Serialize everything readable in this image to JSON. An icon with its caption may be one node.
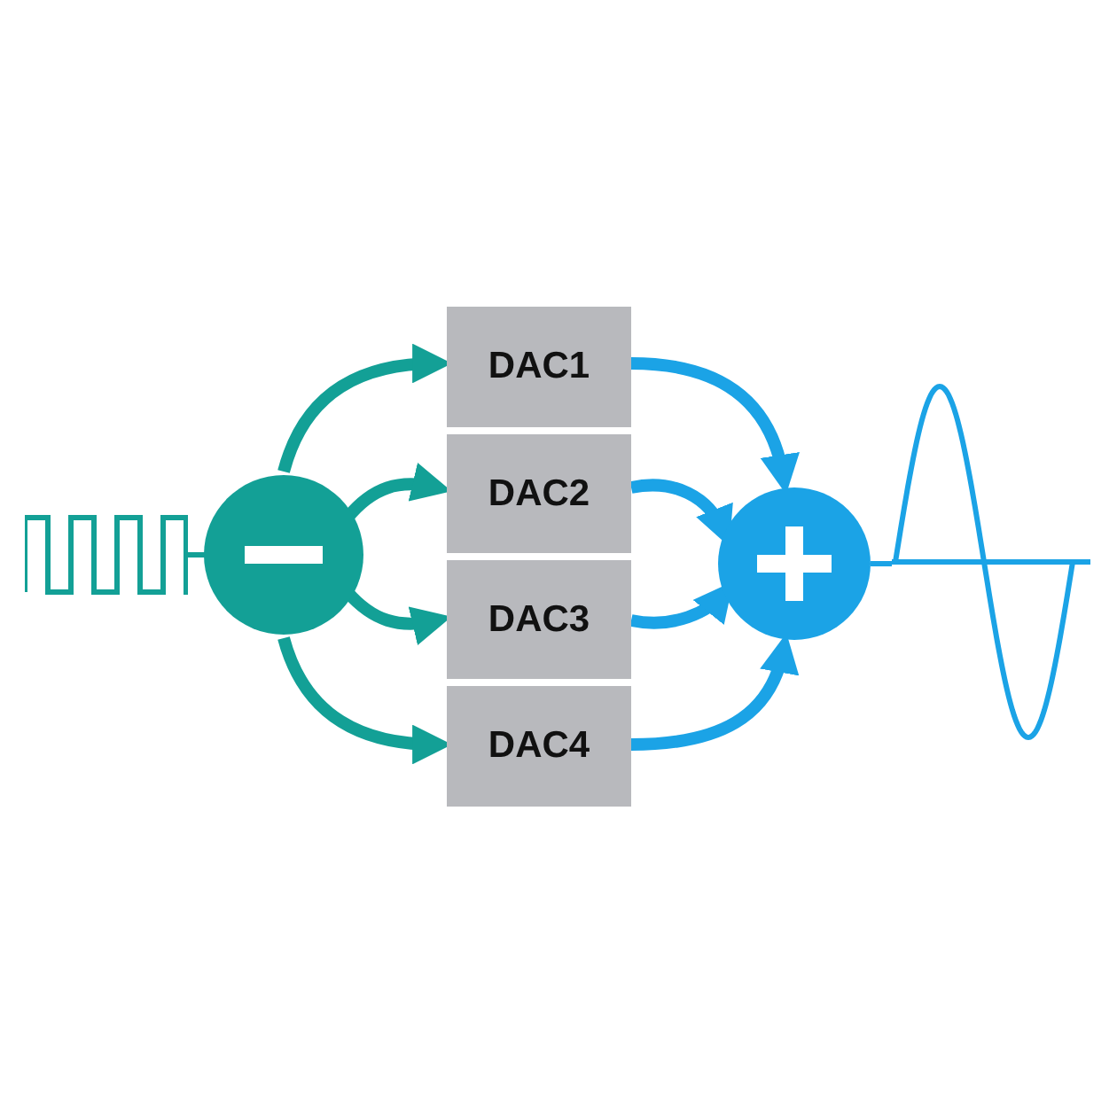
{
  "diagram": {
    "nodes": [
      {
        "text": [],
        "shape": "picture"
      },
      {
        "text": [],
        "shape": "circle"
      },
      {
        "text": [
          "DAC1"
        ]
      },
      {
        "text": [
          "DAC2"
        ]
      },
      {
        "text": [
          "DAC3"
        ]
      },
      {
        "text": [
          "DAC4"
        ]
      },
      {
        "text": [],
        "shape": "circle"
      },
      {
        "text": [],
        "shape": "picture"
      }
    ],
    "edges": [
      {
        "from": 0,
        "to": 1,
        "arrow": "none",
        "color": "#13a096"
      },
      {
        "from": 1,
        "to": 2,
        "arrow": "to",
        "color": "#13a096"
      },
      {
        "from": 1,
        "to": 3,
        "arrow": "to",
        "color": "#13a096"
      },
      {
        "from": 1,
        "to": 4,
        "arrow": "to",
        "color": "#13a096"
      },
      {
        "from": 1,
        "to": 5,
        "arrow": "to",
        "color": "#13a096"
      },
      {
        "from": 2,
        "to": 6,
        "arrow": "to"
      },
      {
        "from": 3,
        "to": 6,
        "arrow": "to"
      },
      {
        "from": 4,
        "to": 6,
        "arrow": "to"
      },
      {
        "from": 5,
        "to": 6,
        "arrow": "to"
      },
      {
        "from": 6,
        "to": 7,
        "arrow": "none"
      }
    ]
  }
}
